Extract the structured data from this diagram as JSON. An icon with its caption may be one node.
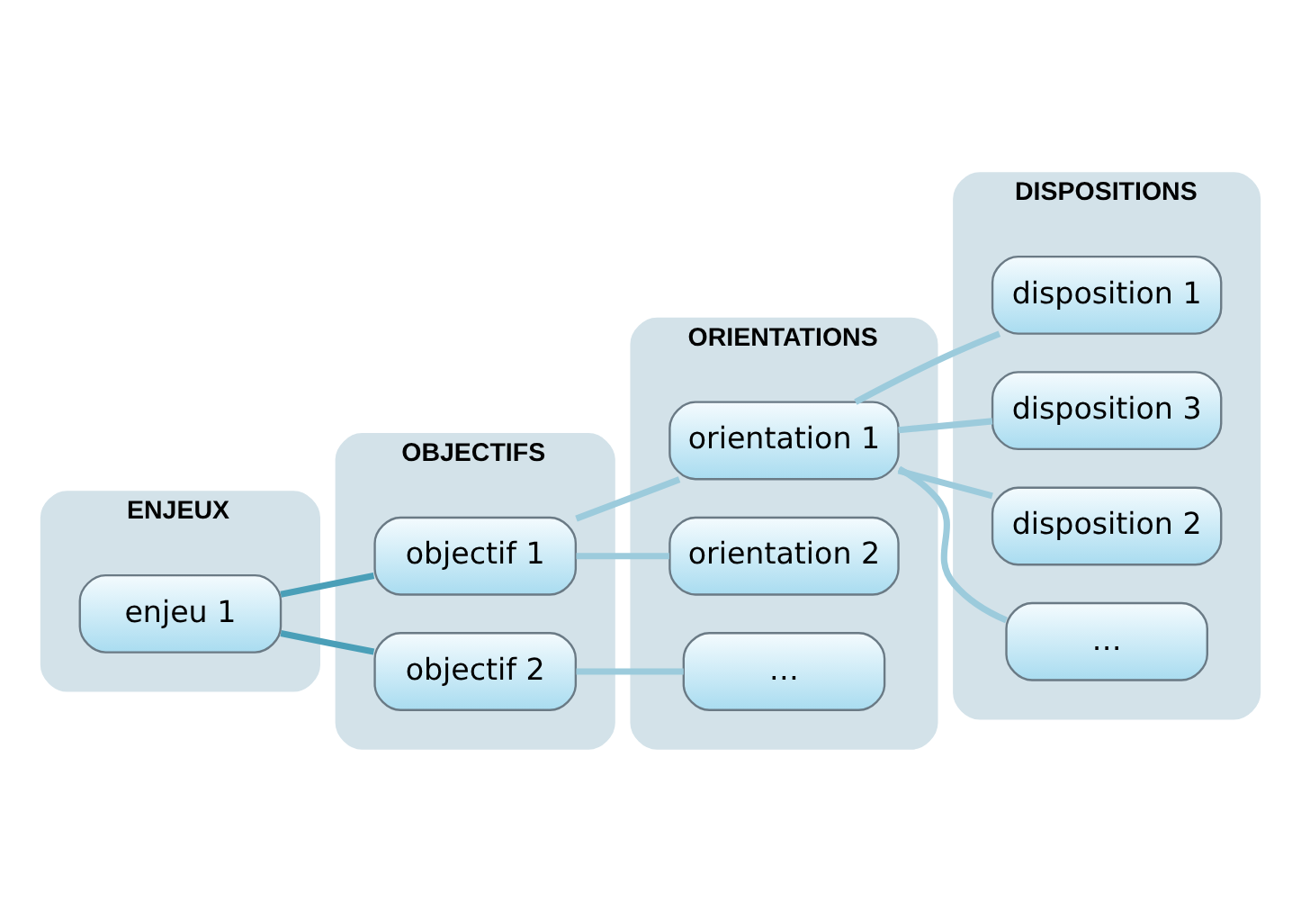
{
  "diagram": {
    "nodes": [
      {
        "text": [
          "ENJEUX"
        ]
      },
      {
        "text": [
          "OBJECTIFS"
        ]
      },
      {
        "text": [
          "ORIENTATIONS"
        ]
      },
      {
        "text": [
          "DISPOSITIONS"
        ]
      },
      {
        "text": [
          "enjeu 1"
        ],
        "in": 0
      },
      {
        "text": [
          "objectif 1"
        ],
        "in": 1
      },
      {
        "text": [
          "objectif 2"
        ],
        "in": 1
      },
      {
        "text": [
          "orientation 1"
        ],
        "in": 2
      },
      {
        "text": [
          "orientation 2"
        ],
        "in": 2
      },
      {
        "text": [
          "…"
        ],
        "in": 2
      },
      {
        "text": [
          "disposition 1"
        ],
        "in": 3
      },
      {
        "text": [
          "disposition 3"
        ],
        "in": 3
      },
      {
        "text": [
          "disposition 2"
        ],
        "in": 3
      },
      {
        "text": [
          "…"
        ],
        "in": 3
      }
    ],
    "edges": [
      {
        "from": 4,
        "to": 5,
        "arrow": "none",
        "color": "#4a9fb8"
      },
      {
        "from": 4,
        "to": 6,
        "arrow": "none",
        "color": "#4a9fb8"
      },
      {
        "from": 5,
        "to": 7,
        "arrow": "none"
      },
      {
        "from": 5,
        "to": 8,
        "arrow": "none"
      },
      {
        "from": 6,
        "to": 9,
        "arrow": "none"
      },
      {
        "from": 7,
        "to": 10,
        "arrow": "none"
      },
      {
        "from": 7,
        "to": 11,
        "arrow": "none"
      },
      {
        "from": 7,
        "to": 12,
        "arrow": "none"
      },
      {
        "from": 7,
        "to": 13,
        "arrow": "none"
      }
    ]
  }
}
